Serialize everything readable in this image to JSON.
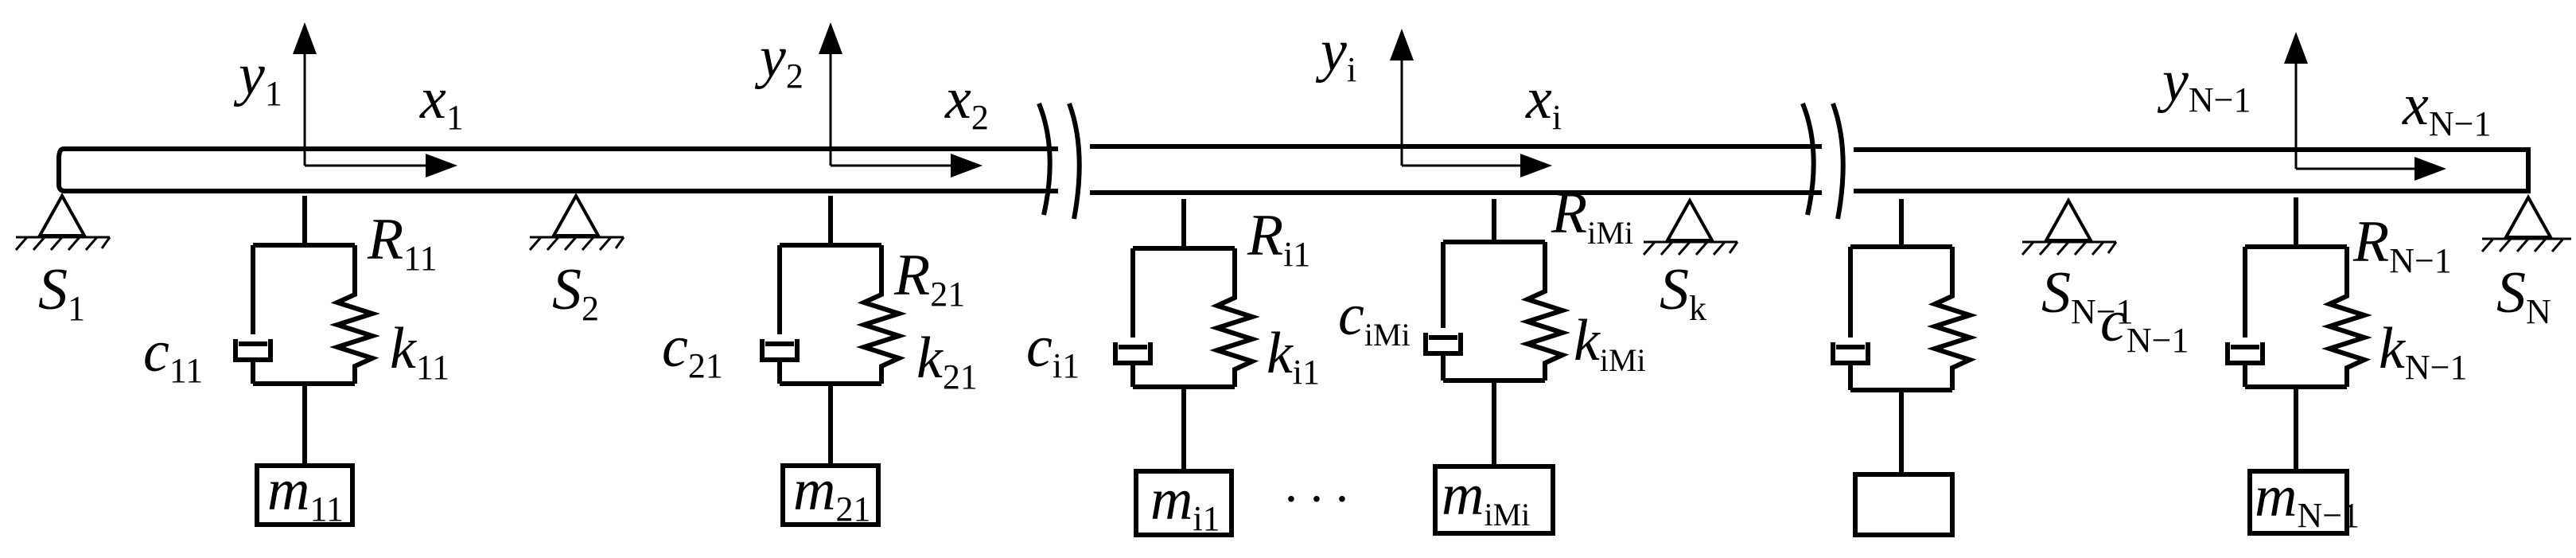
{
  "diagram": {
    "axes": [
      {
        "y": "y",
        "y_sub": "1",
        "x": "x",
        "x_sub": "1"
      },
      {
        "y": "y",
        "y_sub": "2",
        "x": "x",
        "x_sub": "2"
      },
      {
        "y": "y",
        "y_sub": "i",
        "x": "x",
        "x_sub": "i"
      },
      {
        "y": "y",
        "y_sub": "N−1",
        "x": "x",
        "x_sub": "N−1"
      }
    ],
    "supports": [
      {
        "label": "S",
        "sub": "1"
      },
      {
        "label": "S",
        "sub": "2"
      },
      {
        "label": "S",
        "sub": "k"
      },
      {
        "label": "S",
        "sub": "N−1"
      },
      {
        "label": "S",
        "sub": "N"
      }
    ],
    "resonators": [
      {
        "R": "R",
        "R_sub": "11",
        "c": "c",
        "c_sub": "11",
        "k": "k",
        "k_sub": "11",
        "m": "m",
        "m_sub": "11"
      },
      {
        "R": "R",
        "R_sub": "21",
        "c": "c",
        "c_sub": "21",
        "k": "k",
        "k_sub": "21",
        "m": "m",
        "m_sub": "21"
      },
      {
        "R": "R",
        "R_sub": "i1",
        "c": "c",
        "c_sub": "i1",
        "k": "k",
        "k_sub": "i1",
        "m": "m",
        "m_sub": "i1"
      },
      {
        "R": "R",
        "R_sub": "iMi",
        "c": "c",
        "c_sub": "iMi",
        "k": "k",
        "k_sub": "iMi",
        "m": "m",
        "m_sub": "iMi"
      },
      {
        "R": "",
        "R_sub": "",
        "c": "",
        "c_sub": "",
        "k": "",
        "k_sub": "",
        "m": "",
        "m_sub": ""
      },
      {
        "R": "R",
        "R_sub": "N−1",
        "c": "c",
        "c_sub": "N−1",
        "k": "k",
        "k_sub": "N−1",
        "m": "m",
        "m_sub": "N−1"
      }
    ],
    "ellipsis": "· · ·"
  }
}
